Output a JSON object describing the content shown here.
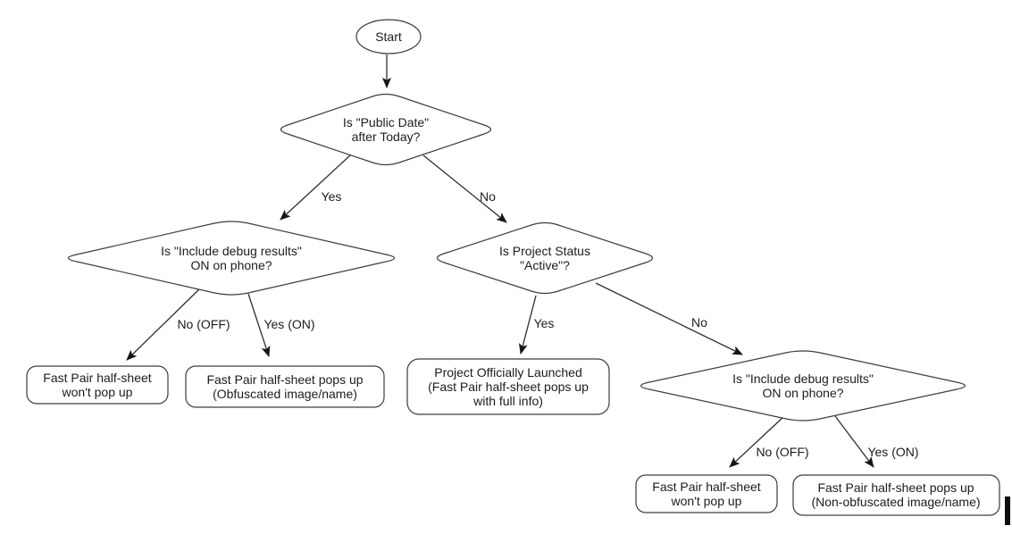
{
  "flowchart": {
    "start": {
      "label": "Start"
    },
    "decisions": {
      "public_date": {
        "lines": [
          "Is \"Public Date\"",
          "after Today?"
        ]
      },
      "debug_on_phone_left": {
        "lines": [
          "Is \"Include debug results\"",
          "ON on phone?"
        ]
      },
      "project_status": {
        "lines": [
          "Is Project Status",
          "\"Active\"?"
        ]
      },
      "debug_on_phone_right": {
        "lines": [
          "Is \"Include debug results\"",
          "ON on phone?"
        ]
      }
    },
    "outcomes": {
      "wont_pop_up_left": {
        "lines": [
          "Fast Pair half-sheet",
          "won't pop up"
        ]
      },
      "obfuscated_popup": {
        "lines": [
          "Fast Pair half-sheet pops up",
          "(Obfuscated image/name)"
        ]
      },
      "officially_launched": {
        "lines": [
          "Project Officially Launched",
          "(Fast Pair half-sheet pops up",
          "with full info)"
        ]
      },
      "wont_pop_up_right": {
        "lines": [
          "Fast Pair half-sheet",
          "won't pop up"
        ]
      },
      "non_obfuscated_popup": {
        "lines": [
          "Fast Pair half-sheet pops up",
          "(Non-obfuscated image/name)"
        ]
      }
    },
    "edge_labels": {
      "yes": "Yes",
      "no": "No",
      "no_off": "No (OFF)",
      "yes_on": "Yes (ON)"
    },
    "colors": {
      "shape_stroke": "#3d3d3d",
      "text": "#1c1c1c",
      "background": "#ffffff"
    }
  }
}
